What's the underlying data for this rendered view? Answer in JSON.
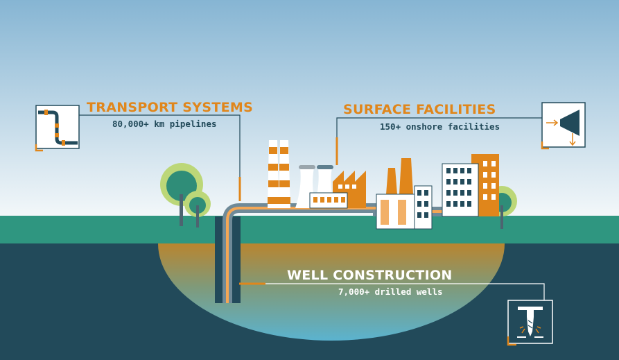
{
  "colors": {
    "accent": "#e0861b",
    "dark": "#224a5a",
    "ground": "#2f9680",
    "sky_top": "#86b5d3",
    "sky_bottom": "#f4f8fa"
  },
  "transport": {
    "title": "TRANSPORT SYSTEMS",
    "subtitle": "80,000+ km pipelines",
    "icon": "pipeline-icon"
  },
  "surface": {
    "title": "SURFACE FACILITIES",
    "subtitle": "150+ onshore facilities",
    "icon": "compressor-icon"
  },
  "well": {
    "title": "WELL CONSTRUCTION",
    "subtitle": "7,000+ drilled wells",
    "icon": "drill-rig-icon"
  }
}
